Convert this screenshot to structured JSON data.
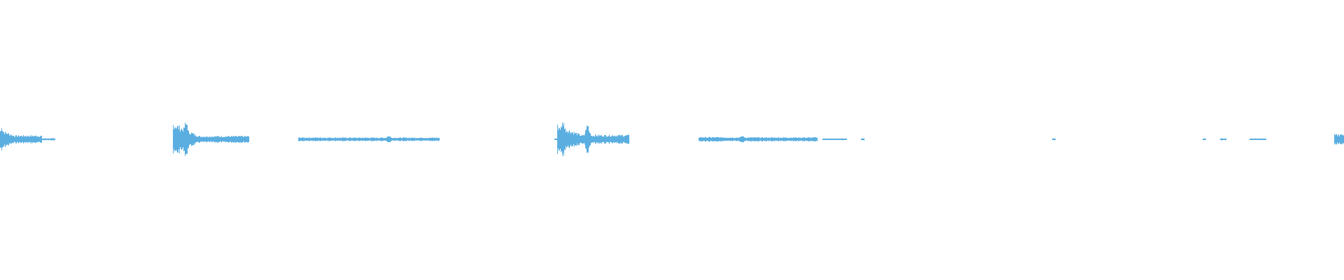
{
  "waveform": {
    "color": "#5aaee0",
    "background": "#ffffff",
    "duration_fraction_segments": [
      {
        "start": 0.0,
        "end": 0.031,
        "peak": 0.5,
        "decay": 0.6
      },
      {
        "start": 0.031,
        "end": 0.041,
        "peak": 0.05,
        "decay": 0.0
      },
      {
        "start": 0.129,
        "end": 0.185,
        "peak": 0.85,
        "decay": 0.8
      },
      {
        "start": 0.222,
        "end": 0.327,
        "peak": 0.1,
        "decay": 0.1
      },
      {
        "start": 0.415,
        "end": 0.468,
        "peak": 0.75,
        "decay": 0.7
      },
      {
        "start": 0.52,
        "end": 0.608,
        "peak": 0.12,
        "decay": 0.15
      },
      {
        "start": 0.612,
        "end": 0.63,
        "peak": 0.04,
        "decay": 0.0
      },
      {
        "start": 0.641,
        "end": 0.643,
        "peak": 0.05,
        "decay": 0.0
      },
      {
        "start": 0.783,
        "end": 0.785,
        "peak": 0.04,
        "decay": 0.0
      },
      {
        "start": 0.895,
        "end": 0.897,
        "peak": 0.04,
        "decay": 0.0
      },
      {
        "start": 0.908,
        "end": 0.912,
        "peak": 0.05,
        "decay": 0.0
      },
      {
        "start": 0.93,
        "end": 0.942,
        "peak": 0.04,
        "decay": 0.0
      },
      {
        "start": 0.993,
        "end": 1.0,
        "peak": 0.25,
        "decay": 0.0
      }
    ],
    "burst_peaks": [
      {
        "at": 0.001,
        "level": 0.55
      },
      {
        "at": 0.138,
        "level": 0.95
      },
      {
        "at": 0.289,
        "level": 0.18
      },
      {
        "at": 0.419,
        "level": 0.85
      },
      {
        "at": 0.437,
        "level": 0.7
      },
      {
        "at": 0.552,
        "level": 0.18
      }
    ]
  }
}
